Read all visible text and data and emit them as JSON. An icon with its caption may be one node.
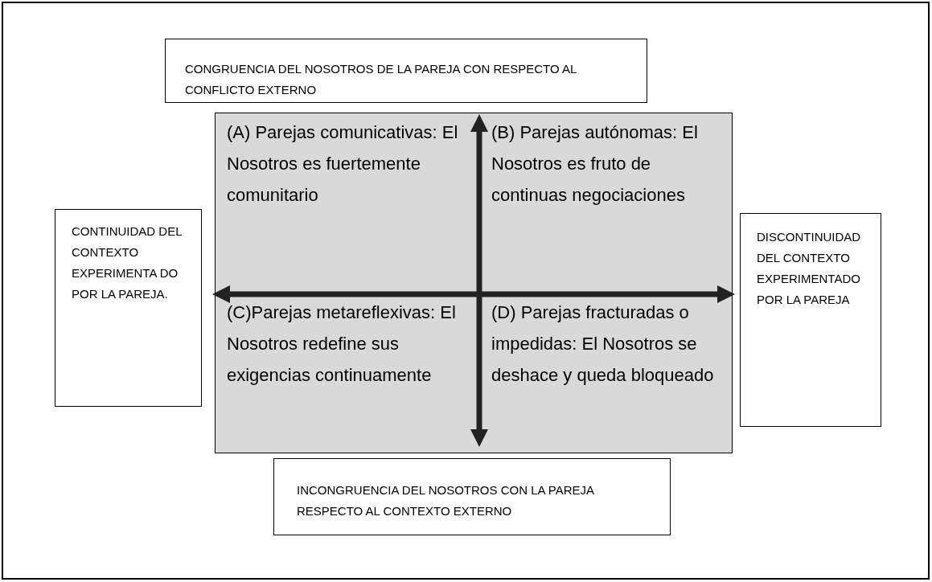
{
  "diagram": {
    "nodes": [
      {
        "text": [
          "CONGRUENCIA DEL NOSOTROS DE LA PAREJA CON RESPECTO AL CONFLICTO EXTERNO"
        ]
      },
      {
        "text": [
          "CONTINUIDAD DEL CONTEXTO EXPERIMENTA DO POR LA PAREJA."
        ]
      },
      {
        "text": [
          "(A) Parejas comunicativas: El Nosotros es fuertemente comunitario",
          "(B) Parejas autónomas: El Nosotros es fruto de continuas negociaciones",
          "(C)Parejas metareflexivas: El Nosotros redefine sus exigencias continuamente",
          "(D) Parejas fracturadas o impedidas: El Nosotros se deshace y queda bloqueado"
        ]
      },
      {
        "text": [
          "DISCONTINUIDAD DEL CONTEXTO EXPERIMENTADO POR LA PAREJA"
        ]
      },
      {
        "text": [
          "INCONGRUENCIA DEL NOSOTROS CON LA PAREJA RESPECTO AL CONTEXTO EXTERNO"
        ]
      }
    ]
  }
}
